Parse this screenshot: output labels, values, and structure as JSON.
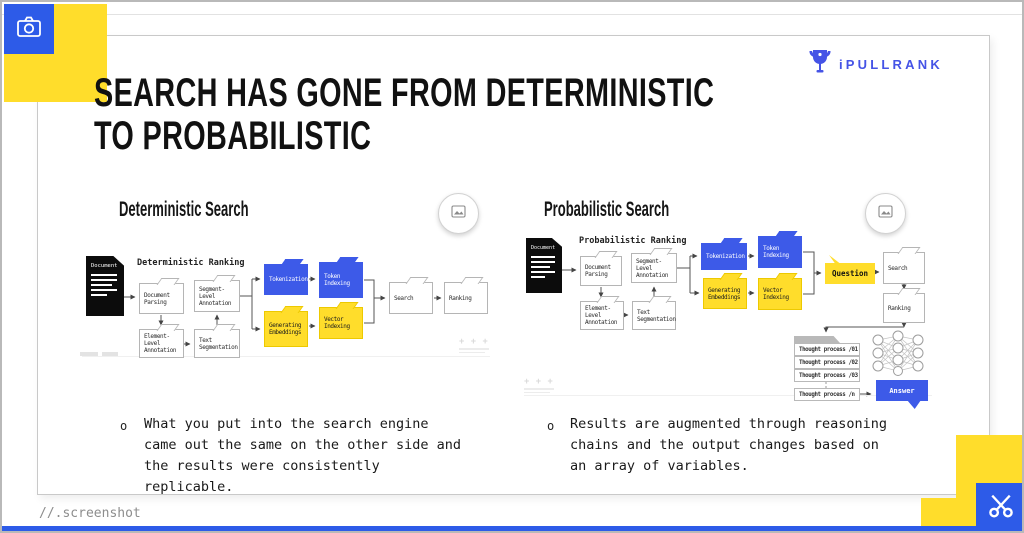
{
  "colors": {
    "blue": "#2d5be8",
    "folder_blue": "#3d5ae8",
    "yellow": "#ffdd2b"
  },
  "brand": {
    "name": "iPULLRANK"
  },
  "title": {
    "line1": "SEARCH HAS GONE FROM DETERMINISTIC",
    "line2": "TO PROBABILISTIC"
  },
  "page": {
    "bullet_marker": "o",
    "footer_label": "//.screenshot"
  },
  "deterministic": {
    "heading": "Deterministic Search",
    "diagram_title": "Deterministic Ranking",
    "document_label": "Document",
    "nodes": {
      "parse": "Document\nParsing",
      "segment": "Segment-Level\nAnnotation",
      "element": "Element-Level\nAnnotation",
      "textseg": "Text\nSegmentation",
      "token": "Tokenization",
      "tokenidx": "Token\nIndexing",
      "embed": "Generating\nEmbeddings",
      "vecidx": "Vector\nIndexing",
      "search": "Search",
      "rank": "Ranking"
    },
    "plus_marks": "+ + +",
    "bullet": "What you put into the search engine\ncame out the same on the other side and\nthe results were consistently\nreplicable."
  },
  "probabilistic": {
    "heading": "Probabilistic Search",
    "diagram_title": "Probabilistic Ranking",
    "document_label": "Document",
    "nodes": {
      "parse": "Document\nParsing",
      "segment": "Segment-Level\nAnnotation",
      "element": "Element-Level\nAnnotation",
      "textseg": "Text\nSegmentation",
      "token": "Tokenization",
      "tokenidx": "Token\nIndexing",
      "embed": "Generating\nEmbeddings",
      "vecidx": "Vector\nIndexing",
      "question": "Question",
      "search": "Search",
      "rank": "Ranking",
      "answer": "Answer"
    },
    "thoughts": [
      "Thought process /01",
      "Thought process /02",
      "Thought process /03",
      "Thought process /n"
    ],
    "plus_marks": "+ + +",
    "bullet": "Results are augmented through reasoning\nchains and the output changes based on\nan array of variables."
  }
}
